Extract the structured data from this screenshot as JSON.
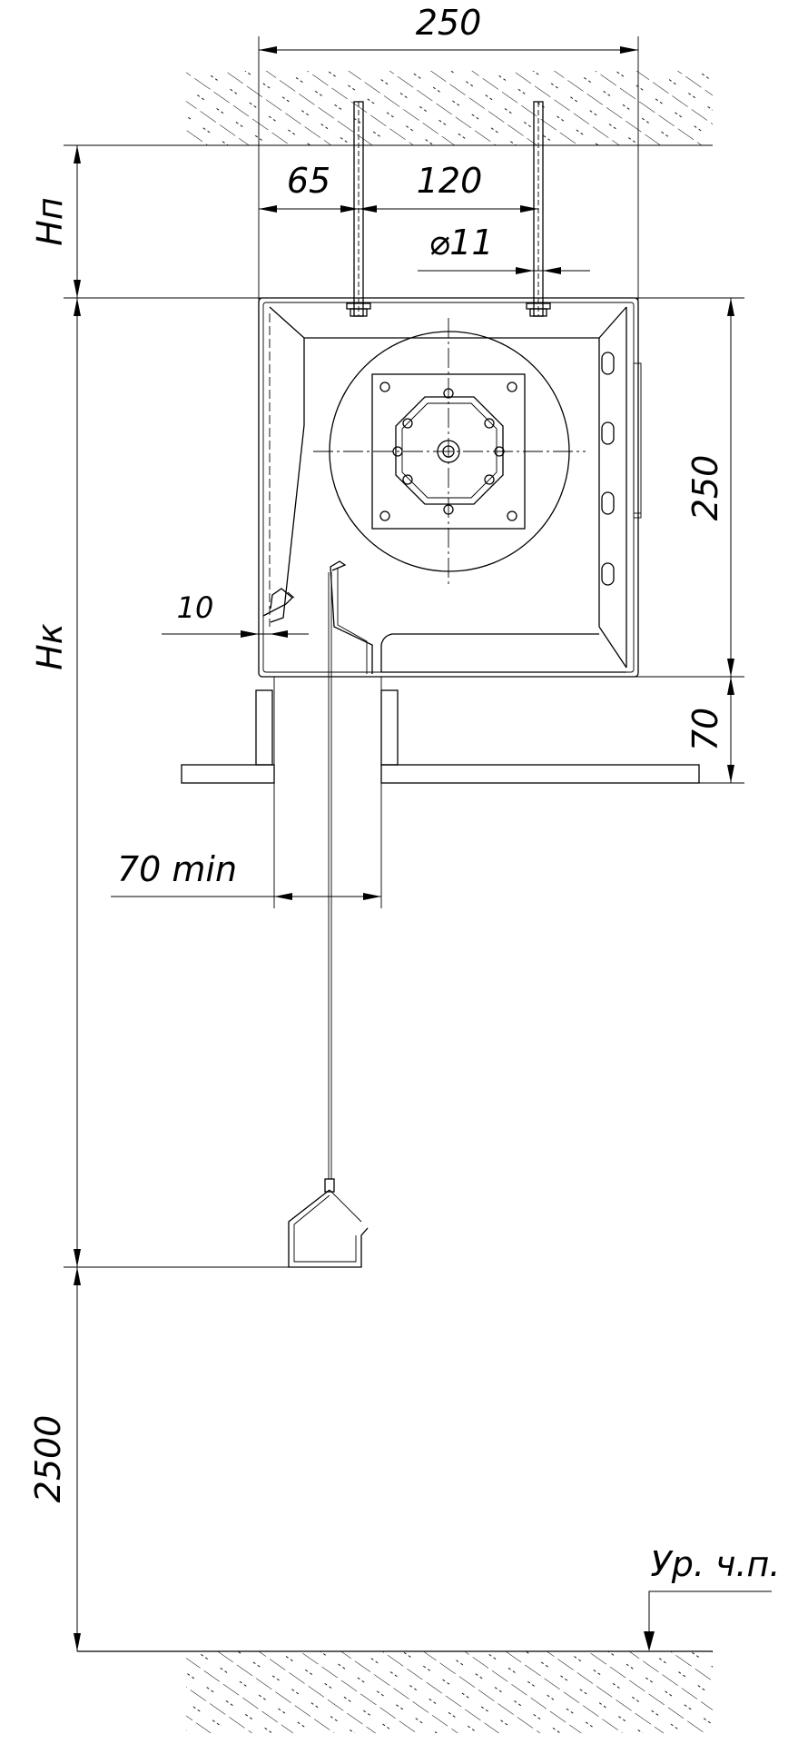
{
  "dimensions": {
    "top_width": "250",
    "left_offset": "65",
    "rod_spacing": "120",
    "rod_diameter": "⌀11",
    "clearance": "10",
    "box_height": "250",
    "lower_height": "70",
    "min_opening": "70 min",
    "hp": "Нп",
    "hk": "Нк",
    "floor_height": "2500"
  },
  "floor_label": "Ур. ч.п."
}
